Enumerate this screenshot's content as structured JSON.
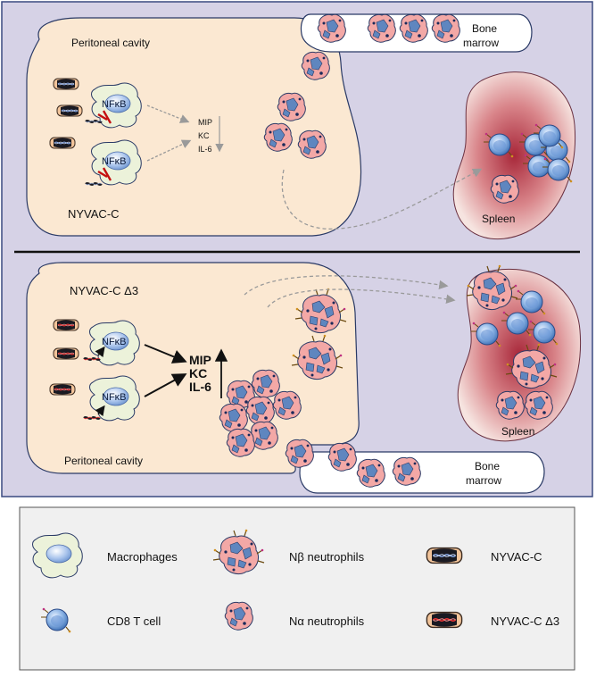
{
  "top_panel": {
    "cavity_label": "Peritoneal cavity",
    "bone_marrow_label": "Bone\nmarrow",
    "spleen_label": "Spleen",
    "virus_label": "NYVAC-C",
    "nfkb_label": "NFκB",
    "cytokines": [
      "MIP",
      "KC",
      "IL-6"
    ]
  },
  "bottom_panel": {
    "cavity_label": "Peritoneal cavity",
    "bone_marrow_label": "Bone\nmarrow",
    "spleen_label": "Spleen",
    "virus_label": "NYVAC-C Δ3",
    "nfkb_label": "NFκB",
    "cytokines": [
      "MIP",
      "KC",
      "IL-6"
    ]
  },
  "legend": {
    "items": [
      {
        "label": "Macrophages",
        "icon": "macrophage-icon"
      },
      {
        "label": "Nβ neutrophils",
        "icon": "nbeta-neutrophil-icon"
      },
      {
        "label": "NYVAC-C",
        "icon": "nyvac-c-virus-icon"
      },
      {
        "label": "CD8 T cell",
        "icon": "cd8-t-cell-icon"
      },
      {
        "label": "Nα neutrophils",
        "icon": "nalpha-neutrophil-icon"
      },
      {
        "label": "NYVAC-C Δ3",
        "icon": "nyvac-c-d3-virus-icon"
      }
    ]
  },
  "colors": {
    "panel_bg": "#d6d2e6",
    "cavity_fill": "#fbe8d2",
    "macrophage_fill": "#ecf2da",
    "neutrophil_fill": "#f3a8a6",
    "neutrophil_nucleus": "#5f86bf",
    "tcell_fill": "#8fb6e6",
    "spleen_center": "#a8283a",
    "legend_bg": "#f0f0f0"
  }
}
